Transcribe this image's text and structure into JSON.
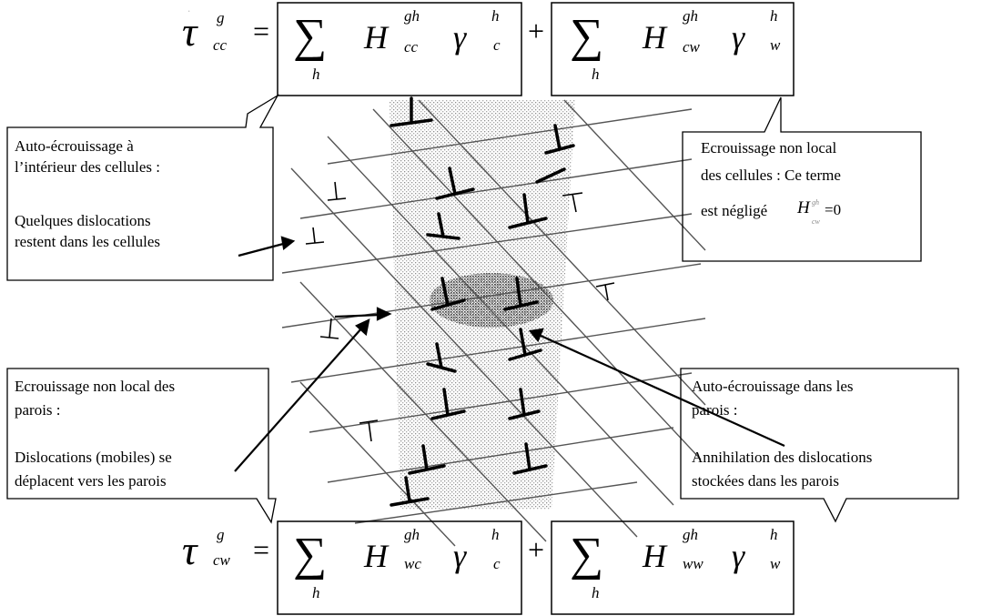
{
  "equation_top": {
    "lhs_symbol": "τ",
    "lhs_sup": "g",
    "lhs_sub": "cc",
    "equals": "=",
    "term1": {
      "sum": "∑",
      "sum_index": "h",
      "H": "H",
      "H_sup": "gh",
      "H_sub": "cc",
      "gamma": "γ",
      "gamma_sup": "h",
      "gamma_sub": "c"
    },
    "plus": "+",
    "term2": {
      "sum": "∑",
      "sum_index": "h",
      "H": "H",
      "H_sup": "gh",
      "H_sub": "cw",
      "gamma": "γ",
      "gamma_sup": "h",
      "gamma_sub": "w"
    }
  },
  "equation_bottom": {
    "lhs_symbol": "τ",
    "lhs_sup": "g",
    "lhs_sub": "cw",
    "equals": "=",
    "term1": {
      "sum": "∑",
      "sum_index": "h",
      "H": "H",
      "H_sup": "gh",
      "H_sub": "wc",
      "gamma": "γ",
      "gamma_sup": "h",
      "gamma_sub": "c"
    },
    "plus": "+",
    "term2": {
      "sum": "∑",
      "sum_index": "h",
      "H": "H",
      "H_sup": "gh",
      "H_sub": "ww",
      "gamma": "γ",
      "gamma_sup": "h",
      "gamma_sub": "w"
    }
  },
  "callouts": {
    "top_left": {
      "line1": "Auto-écrouissage à",
      "line2": "l’intérieur des cellules :",
      "line3": "Quelques dislocations",
      "line4": "restent dans les cellules"
    },
    "top_right": {
      "line1": "Ecrouissage non local",
      "line2": "des cellules : Ce terme",
      "line3": "est négligé",
      "H": "H",
      "H_sup": "gh",
      "H_sub": "cw",
      "eq": "=0"
    },
    "bottom_left": {
      "line1": "Ecrouissage non local des",
      "line2": "parois :",
      "line3": "Dislocations (mobiles) se",
      "line4": "déplacent vers les parois"
    },
    "bottom_right": {
      "line1": "Auto-écrouissage dans les",
      "line2": "parois :",
      "line3": "Annihilation des dislocations",
      "line4": "stockées dans les parois"
    }
  },
  "colors": {
    "ink": "#000000",
    "stipple": "#8a8a8a",
    "stipple_dark": "#505050",
    "grid_line": "#555555"
  }
}
